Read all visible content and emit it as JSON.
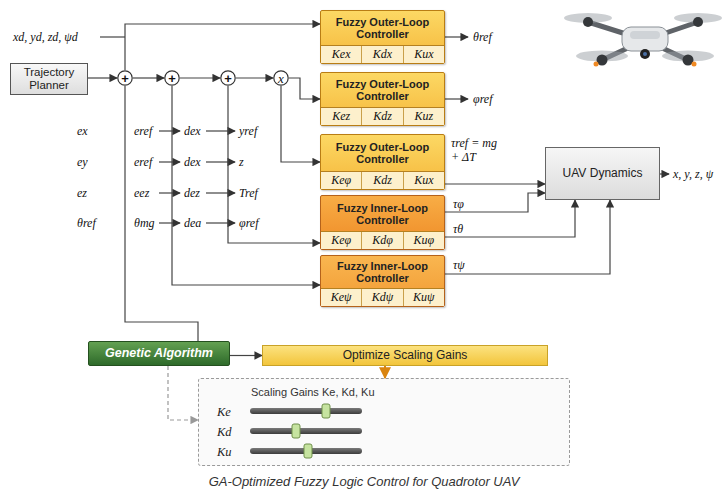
{
  "diagram": {
    "caption": "GA-Optimized Fuzzy Logic Control for Quadrotor UAV",
    "nodes": [
      {
        "text": [
          "Trajectory Planner"
        ]
      },
      {
        "text": [
          "+"
        ]
      },
      {
        "text": [
          "+"
        ]
      },
      {
        "text": [
          "+"
        ]
      },
      {
        "text": [
          "x"
        ]
      },
      {
        "text": [
          "Fuzzy Outer-Loop Controller",
          "Kex",
          "Kdx",
          "Kux"
        ]
      },
      {
        "text": [
          "Fuzzy Outer-Loop Controller",
          "Kez",
          "Kdz",
          "Kuz"
        ]
      },
      {
        "text": [
          "Fuzzy Outer-Loop Controller",
          "Keφ",
          "Kdz",
          "Kux"
        ]
      },
      {
        "text": [
          "Fuzzy Inner-Loop Controller",
          "Keφ",
          "Kdφ",
          "Kuφ"
        ]
      },
      {
        "text": [
          "Fuzzy Inner-Loop Controller",
          "Keψ",
          "Kdψ",
          "Kuψ"
        ]
      },
      {
        "text": [
          "UAV Dynamics"
        ]
      },
      {
        "text": [
          "Genetic Algorithm"
        ]
      },
      {
        "text": [
          "Optimize Scaling Gains"
        ]
      },
      {
        "text": [
          "Scaling Gains Ke, Kd, Ku",
          "Ke",
          "Kd",
          "Ku"
        ]
      }
    ],
    "edges": [
      {
        "from": 0,
        "to": 1,
        "arrow": "to"
      },
      {
        "from": 1,
        "to": 2,
        "arrow": "to"
      },
      {
        "from": 2,
        "to": 3,
        "arrow": "to"
      },
      {
        "from": 3,
        "to": 4,
        "arrow": "to"
      },
      {
        "from": 1,
        "to": 5,
        "arrow": "to"
      },
      {
        "from": 4,
        "to": 6,
        "arrow": "to"
      },
      {
        "from": 4,
        "to": 7,
        "arrow": "to"
      },
      {
        "from": 3,
        "to": 8,
        "arrow": "to"
      },
      {
        "from": 2,
        "to": 9,
        "arrow": "to"
      },
      {
        "from": 7,
        "to": 10,
        "arrow": "to"
      },
      {
        "from": 8,
        "to": 10,
        "arrow": "to"
      },
      {
        "from": 8,
        "to": 10,
        "arrow": "to"
      },
      {
        "from": 9,
        "to": 10,
        "arrow": "to"
      },
      {
        "from": 11,
        "to": 1,
        "arrow": "none"
      },
      {
        "from": 11,
        "to": 12,
        "arrow": "to"
      },
      {
        "from": 12,
        "to": 13,
        "arrow": "to"
      },
      {
        "from": 11,
        "to": 13,
        "arrow": "to"
      }
    ],
    "labels": [
      "xd, yd, zd, ψd",
      "θref",
      "φref",
      "τref = mg + ΔT",
      "τφ",
      "τθ",
      "τψ",
      "x, y, z, ψ",
      "ex",
      "eref",
      "dex",
      "yref",
      "ey",
      "eref",
      "dex",
      "z",
      "ez",
      "eez",
      "dez",
      "Tref",
      "θref",
      "θmg",
      "dea",
      "φref"
    ]
  }
}
